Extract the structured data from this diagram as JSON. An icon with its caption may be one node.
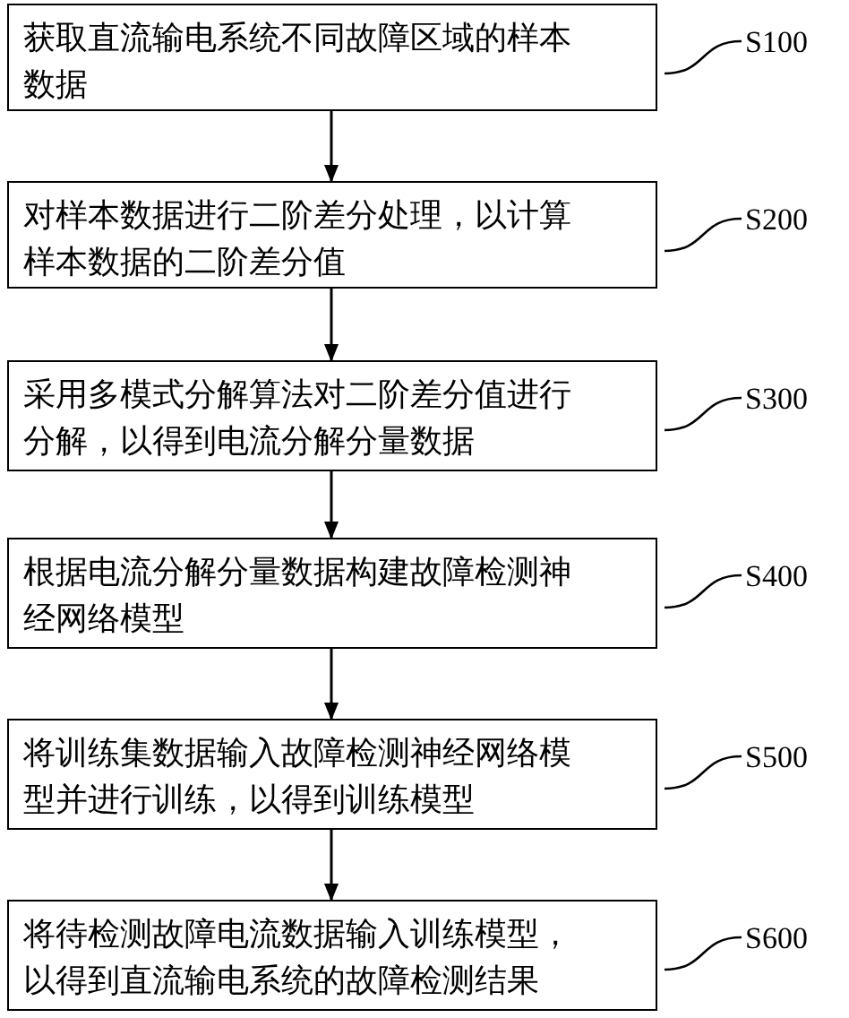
{
  "diagram": {
    "nodes": [
      {
        "text": [
          "获取直流输电系统不同故障区域的样本数据"
        ]
      },
      {
        "text": [
          "对样本数据进行二阶差分处理，以计算样本数据的二阶差分值"
        ]
      },
      {
        "text": [
          "采用多模式分解算法对二阶差分值进行分解，以得到电流分解分量数据"
        ]
      },
      {
        "text": [
          "根据电流分解分量数据构建故障检测神经网络模型"
        ]
      },
      {
        "text": [
          "将训练集数据输入故障检测神经网络模型并进行训练，以得到训练模型"
        ]
      },
      {
        "text": [
          "将待检测故障电流数据输入训练模型，以得到直流输电系统的故障检测结果"
        ]
      },
      {
        "text": [
          "S100"
        ]
      },
      {
        "text": [
          "S200"
        ]
      },
      {
        "text": [
          "S300"
        ]
      },
      {
        "text": [
          "S400"
        ]
      },
      {
        "text": [
          "S500"
        ]
      },
      {
        "text": [
          "S600"
        ]
      }
    ],
    "edges": [
      {
        "from": 0,
        "to": 1,
        "arrow": "to"
      },
      {
        "from": 1,
        "to": 2,
        "arrow": "to"
      },
      {
        "from": 2,
        "to": 3,
        "arrow": "to"
      },
      {
        "from": 3,
        "to": 4,
        "arrow": "to"
      },
      {
        "from": 4,
        "to": 5,
        "arrow": "to"
      },
      {
        "from": 6,
        "to": 0,
        "arrow": "none"
      },
      {
        "from": 7,
        "to": 1,
        "arrow": "none"
      },
      {
        "from": 8,
        "to": 2,
        "arrow": "none"
      },
      {
        "from": 9,
        "to": 3,
        "arrow": "none"
      },
      {
        "from": 10,
        "to": 4,
        "arrow": "none"
      },
      {
        "from": 11,
        "to": 5,
        "arrow": "none"
      }
    ]
  }
}
